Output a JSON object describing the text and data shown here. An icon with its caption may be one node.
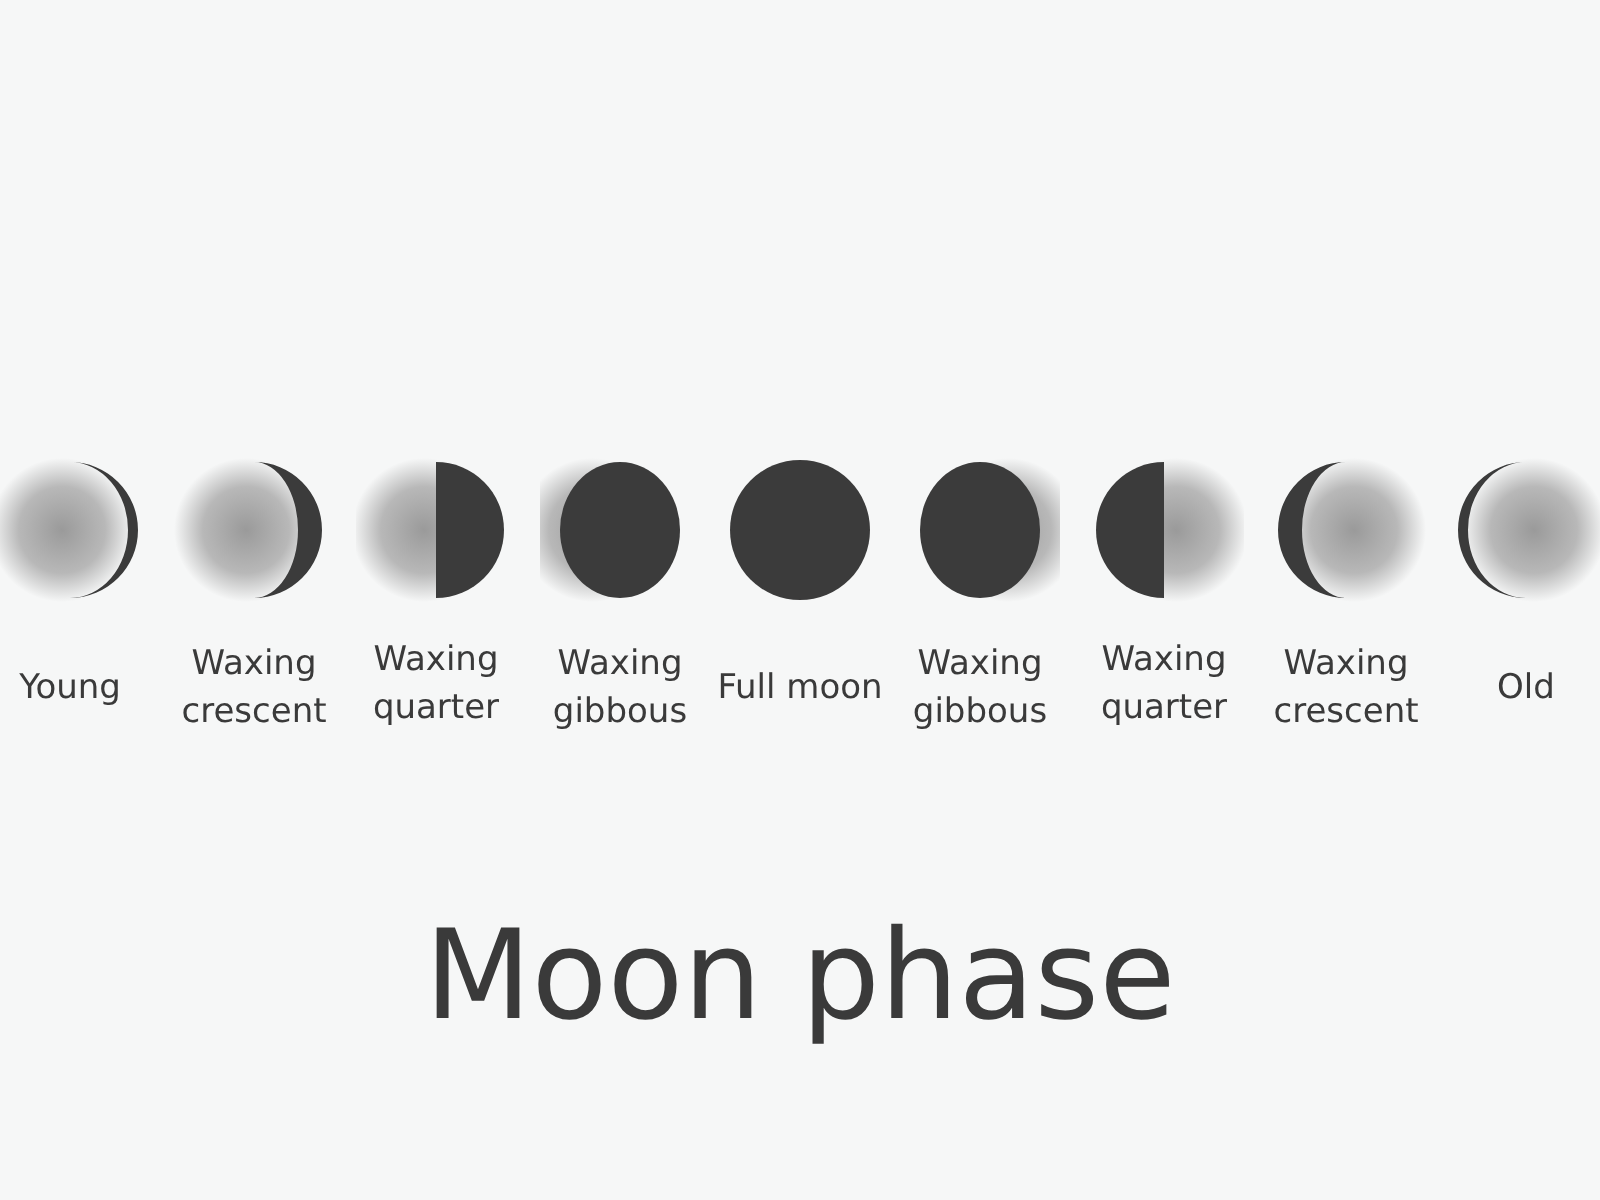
{
  "diagram": {
    "title": "Moon phase",
    "labels": [
      "Young",
      "Waxing crescent",
      "Waxing quarter",
      "Waxing gibbous",
      "Full moon",
      "Waxing gibbous",
      "Waxing quarter",
      "Waxing crescent",
      "Old"
    ]
  }
}
